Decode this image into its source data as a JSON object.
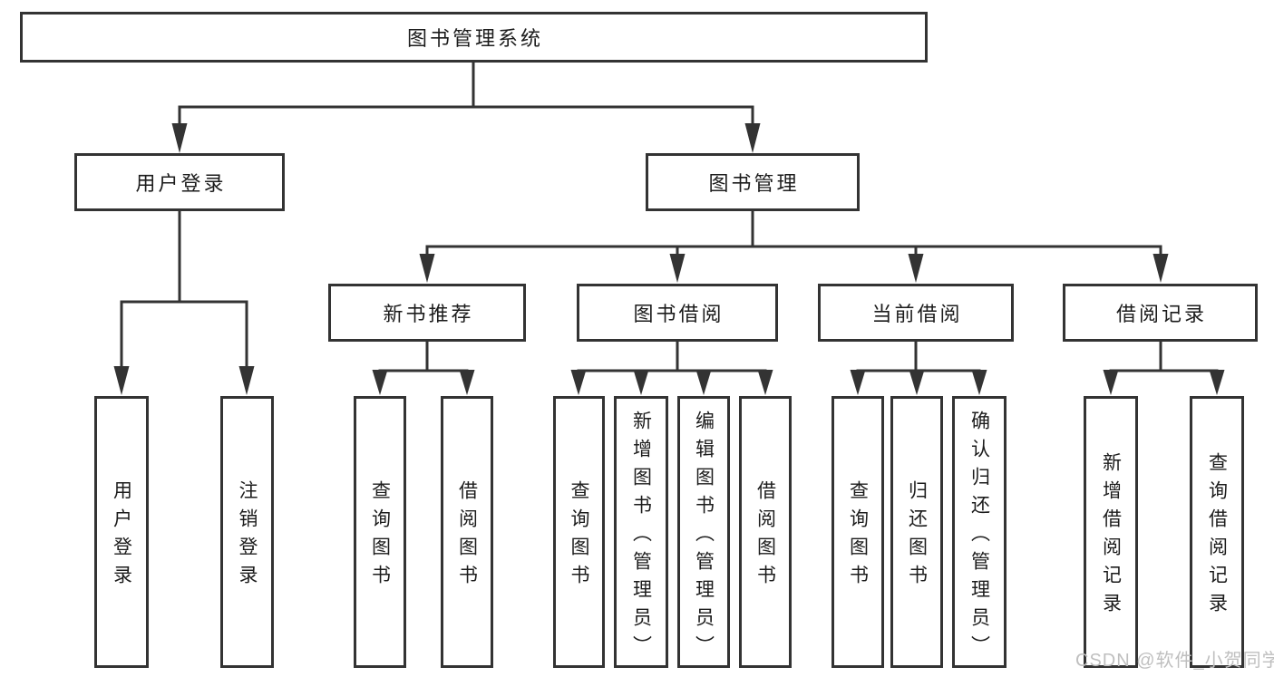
{
  "colors": {
    "line": "#333333",
    "text": "#1c1c1c",
    "box_background": "#ffffff",
    "page_background": "#ffffff",
    "watermark": "#bfbfbf"
  },
  "watermark": {
    "text": "CSDN @软件_小贺同学"
  },
  "tree": {
    "root": {
      "label": "图书管理系统"
    },
    "login": {
      "label": "用户登录",
      "children": [
        {
          "label": "用户登录"
        },
        {
          "label": "注销登录"
        }
      ]
    },
    "management": {
      "label": "图书管理",
      "groups": [
        {
          "label": "新书推荐",
          "children": [
            {
              "label": "查询图书"
            },
            {
              "label": "借阅图书"
            }
          ]
        },
        {
          "label": "图书借阅",
          "children": [
            {
              "label": "查询图书"
            },
            {
              "label": "新增图书（管理员）"
            },
            {
              "label": "编辑图书（管理员）"
            },
            {
              "label": "借阅图书"
            }
          ]
        },
        {
          "label": "当前借阅",
          "children": [
            {
              "label": "查询图书"
            },
            {
              "label": "归还图书"
            },
            {
              "label": "确认归还（管理员）"
            }
          ]
        },
        {
          "label": "借阅记录",
          "children": [
            {
              "label": "新增借阅记录"
            },
            {
              "label": "查询借阅记录"
            }
          ]
        }
      ]
    }
  }
}
